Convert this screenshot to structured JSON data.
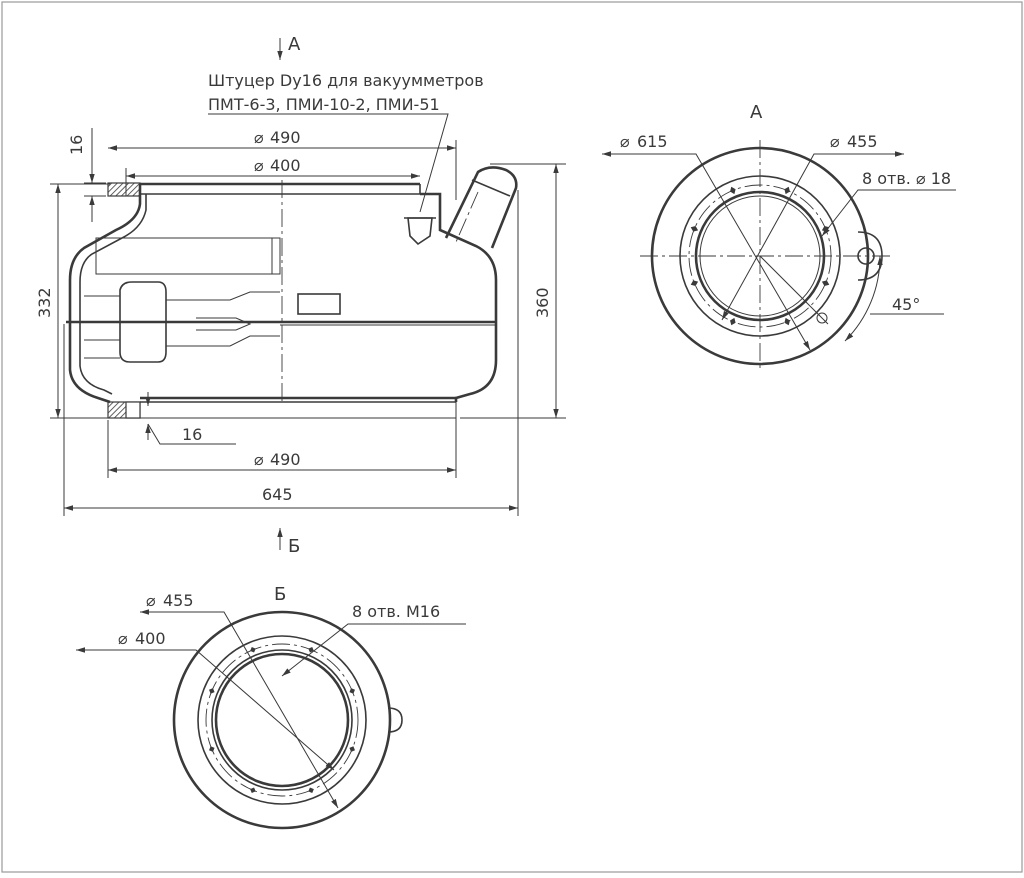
{
  "views": {
    "view_a_arrow_letter": "А",
    "view_b_arrow_letter": "Б",
    "view_a_title": "А",
    "view_b_title": "Б"
  },
  "side_view": {
    "fitting_note_line1": "Штуцер Dy16 для вакуумметров",
    "fitting_note_line2": "ПМТ-6-3, ПМИ-10-2, ПМИ-51",
    "dim_top_flange_dia": "490",
    "dim_top_inner_dia": "400",
    "dim_top_thickness": "16",
    "dim_left_height": "332",
    "dim_right_height": "360",
    "dim_bottom_thickness": "16",
    "dim_bottom_flange_dia": "490",
    "dim_overall_width": "645"
  },
  "view_a": {
    "dim_outer_dia": "615",
    "dim_bolt_circle": "455",
    "holes_note": "8 отв. ⌀ 18",
    "angle_label": "45°"
  },
  "view_b": {
    "dim_bolt_circle": "455",
    "dim_inner_dia": "400",
    "holes_note": "8 отв. М16"
  },
  "symbols": {
    "diameter_sign": "⌀"
  }
}
